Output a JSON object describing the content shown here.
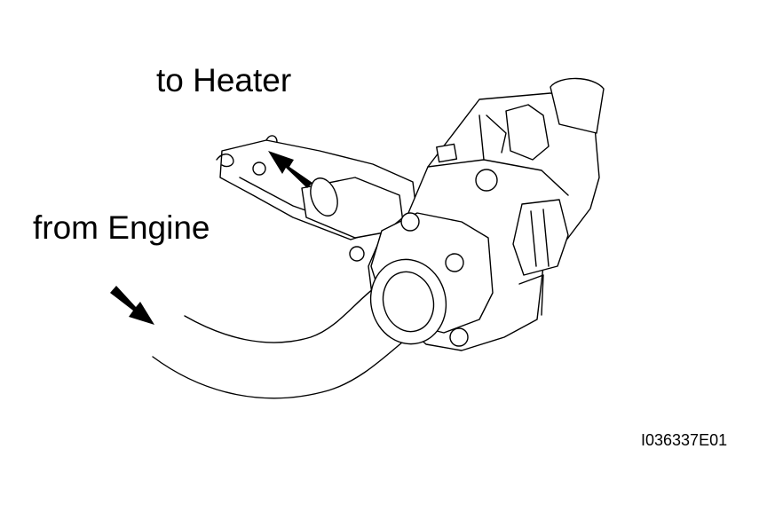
{
  "labels": {
    "to_heater": "to Heater",
    "from_engine": "from Engine",
    "figure_code": "I036337E01"
  },
  "colors": {
    "line": "#000000",
    "background": "#ffffff",
    "arrow": "#000000"
  },
  "icons": {
    "flow_out": "arrow-up-left-icon",
    "flow_in": "arrow-down-right-icon"
  }
}
